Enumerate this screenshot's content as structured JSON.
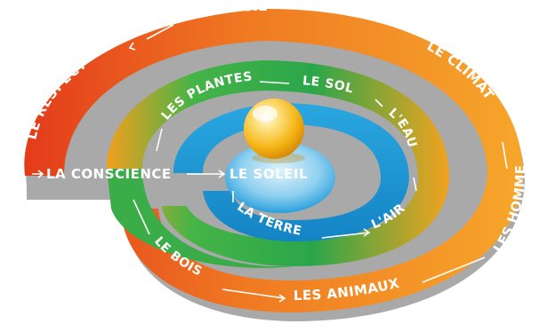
{
  "diagram": {
    "labels": {
      "energie": "L'ÉNERGIE",
      "respect": "LE RESPECT",
      "climat": "LE CLIMAT",
      "hommes": "LES HOMMES",
      "conscience": "LA CONSCIENCE",
      "soleil": "LE SOLEIL",
      "plantes": "LES PLANTES",
      "sol": "LE SOL",
      "eau": "L'EAU",
      "terre": "LA TERRE",
      "air": "L'AIR",
      "bois": "LE BOIS",
      "animaux": "LES ANIMAUX"
    },
    "colors": {
      "outer_band_start": "#e8401c",
      "outer_band_end": "#f4a62a",
      "middle_band_start": "#f2a31f",
      "middle_band_mid": "#36b14a",
      "middle_band_end": "#8cc63f",
      "inner_band": "#1f9fdc",
      "sun": "#f7c21b",
      "shadow": "#a8a8a8"
    }
  }
}
